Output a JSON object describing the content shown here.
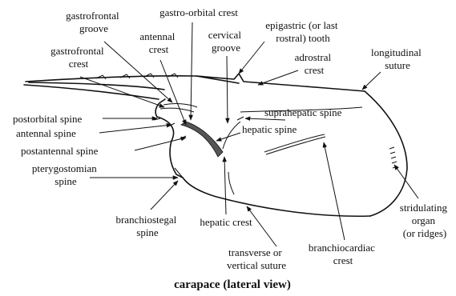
{
  "labels": {
    "gastrofrontal_groove": [
      "gastrofrontal",
      "groove"
    ],
    "gastro_orbital_crest": [
      "gastro-orbital crest"
    ],
    "antennal_crest": [
      "antennal",
      "crest"
    ],
    "cervical_groove": [
      "cervical",
      "groove"
    ],
    "epigastric_tooth": [
      "epigastric (or last",
      "rostral) tooth"
    ],
    "gastrofrontal_crest": [
      "gastrofrontal",
      "crest"
    ],
    "adrostral_crest": [
      "adrostral",
      "crest"
    ],
    "longitudinal_suture": [
      "longitudinal",
      "suture"
    ],
    "postorbital_spine": [
      "postorbital spine"
    ],
    "suprahepatic_spine": [
      "suprahepatic spine"
    ],
    "antennal_spine": [
      "antennal spine"
    ],
    "hepatic_spine": [
      "hepatic spine"
    ],
    "postantennal_spine": [
      "postantennal spine"
    ],
    "pterygostomian_spine": [
      "pterygostomian",
      "spine"
    ],
    "stridulating_organ": [
      "stridulating",
      "organ",
      "(or ridges)"
    ],
    "branchiostegal_spine": [
      "branchiostegal",
      "spine"
    ],
    "hepatic_crest": [
      "hepatic crest"
    ],
    "transverse_suture": [
      "transverse or",
      "vertical suture"
    ],
    "branchiocardiac_crest": [
      "branchiocardiac",
      "crest"
    ]
  },
  "caption": "carapace (lateral view)"
}
